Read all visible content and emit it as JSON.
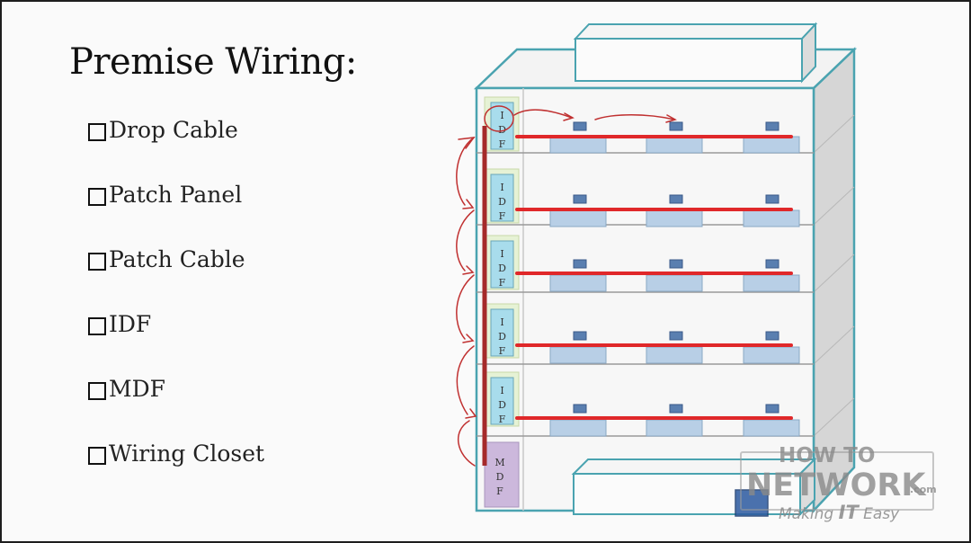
{
  "slide": {
    "title": "Premise Wiring:",
    "bullets": [
      "Drop Cable",
      "Patch Panel",
      "Patch Cable",
      "IDF",
      "MDF",
      "Wiring Closet"
    ]
  },
  "diagram": {
    "floor_closets": [
      {
        "label": [
          "I",
          "D",
          "F"
        ]
      },
      {
        "label": [
          "I",
          "D",
          "F"
        ]
      },
      {
        "label": [
          "I",
          "D",
          "F"
        ]
      },
      {
        "label": [
          "I",
          "D",
          "F"
        ]
      },
      {
        "label": [
          "I",
          "D",
          "F"
        ]
      }
    ],
    "main_closet": {
      "label": [
        "M",
        "D",
        "F"
      ]
    },
    "colors": {
      "building_outline": "#4aa3b0",
      "cable": "#e0282a",
      "riser": "#a52a2a",
      "idf_fill": "#a8dcec",
      "mdf_fill": "#ccb8dc"
    }
  },
  "logo": {
    "line1": "HOW TO",
    "line2": "NETWORK",
    "suffix": ".com",
    "tagline_part1": "Making ",
    "tagline_it": "IT",
    "tagline_part2": " Easy"
  }
}
